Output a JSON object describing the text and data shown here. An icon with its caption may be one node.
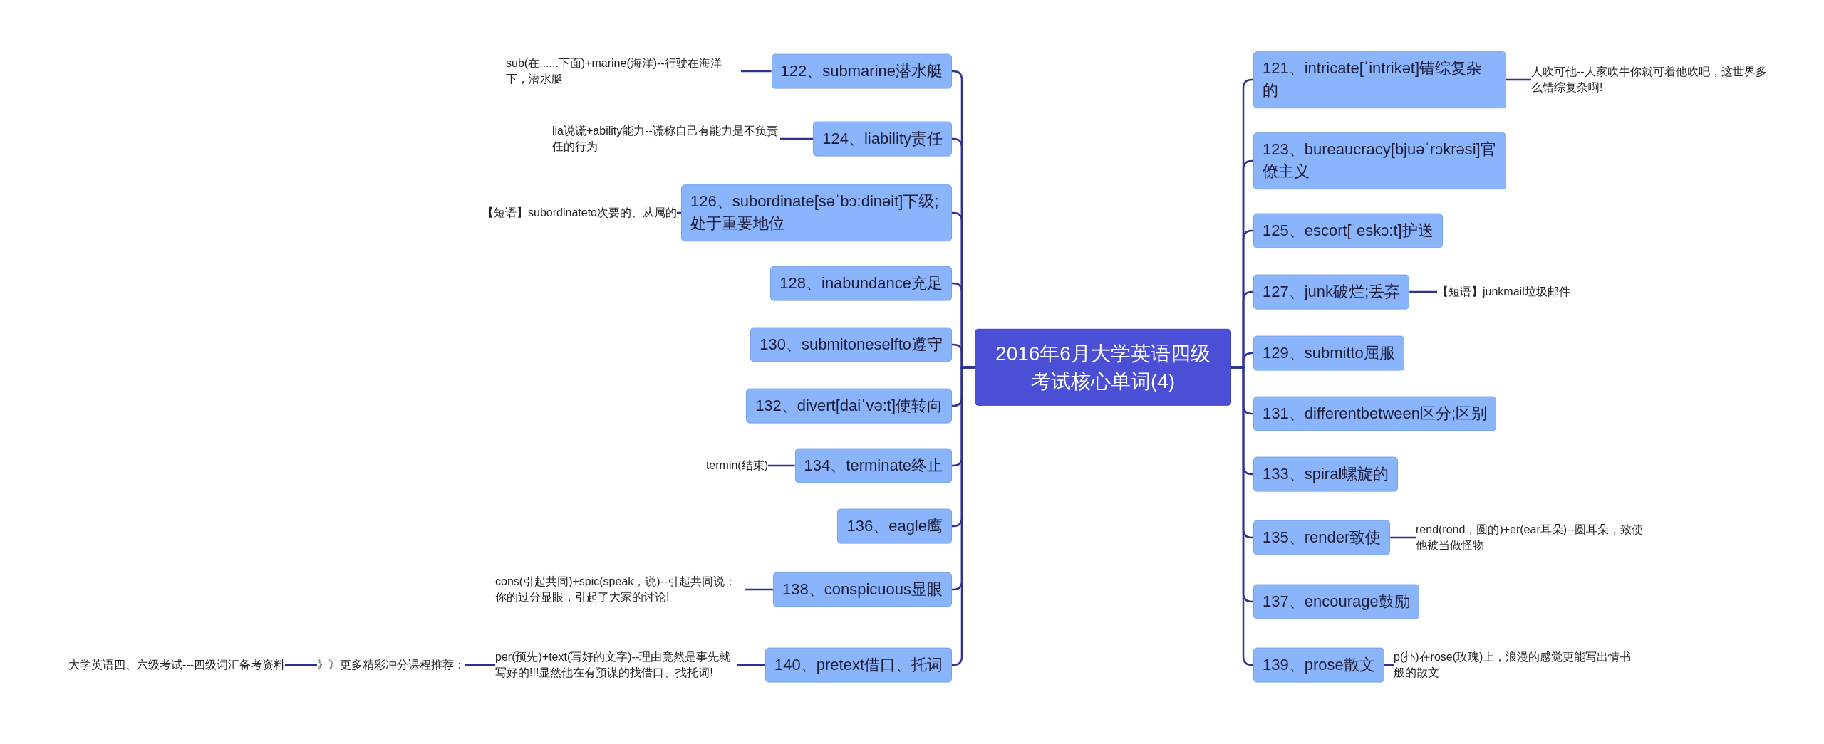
{
  "diagram": {
    "nodes": [
      {
        "text": [
          "2016年6月大学英语四级考试核心单词(4)"
        ]
      },
      {
        "text": [
          "122、submarine潜水艇"
        ]
      },
      {
        "text": [
          "sub(在......下面)+marine(海洋)--行驶在海洋下，潜水艇"
        ]
      },
      {
        "text": [
          "124、liability责任"
        ]
      },
      {
        "text": [
          "lia说谎+ability能力--谎称自己有能力是不负责任的行为"
        ]
      },
      {
        "text": [
          "126、subordinate[səˈbɔ:dinəit]下级;处于重要地位"
        ]
      },
      {
        "text": [
          "【短语】subordinateto次要的、从属的"
        ]
      },
      {
        "text": [
          "128、inabundance充足"
        ]
      },
      {
        "text": [
          "130、submitoneselfto遵守"
        ]
      },
      {
        "text": [
          "132、divert[daiˈvə:t]使转向"
        ]
      },
      {
        "text": [
          "134、terminate终止"
        ]
      },
      {
        "text": [
          "termin(结束)"
        ]
      },
      {
        "text": [
          "136、eagle鹰"
        ]
      },
      {
        "text": [
          "138、conspicuous显眼"
        ]
      },
      {
        "text": [
          "cons(引起共同)+spic(speak，说)--引起共同说：你的过分显眼，引起了大家的讨论!"
        ]
      },
      {
        "text": [
          "140、pretext借口、托词"
        ]
      },
      {
        "text": [
          "per(预先)+text(写好的文字)--理由竟然是事先就写好的!!!显然他在有预谋的找借口、找托词!"
        ]
      },
      {
        "text": [
          "》》更多精彩冲分课程推荐："
        ]
      },
      {
        "text": [
          "大学英语四、六级考试---四级词汇备考资料"
        ]
      },
      {
        "text": [
          "121、intricate[ˈintrikət]错综复杂的"
        ]
      },
      {
        "text": [
          "人吹可他--人家吹牛你就可着他吹吧，这世界多么错综复杂啊!"
        ]
      },
      {
        "text": [
          "123、bureaucracy[bjuəˈrɔkrəsi]官僚主义"
        ]
      },
      {
        "text": [
          "125、escort[ˈeskɔ:t]护送"
        ]
      },
      {
        "text": [
          "127、junk破烂;丢弃"
        ]
      },
      {
        "text": [
          "【短语】junkmail垃圾邮件"
        ]
      },
      {
        "text": [
          "129、submitto屈服"
        ]
      },
      {
        "text": [
          "131、differentbetween区分;区别"
        ]
      },
      {
        "text": [
          "133、spiral螺旋的"
        ]
      },
      {
        "text": [
          "135、render致使"
        ]
      },
      {
        "text": [
          "rend(rond，圆的)+er(ear耳朵)--圆耳朵，致使他被当做怪物"
        ]
      },
      {
        "text": [
          "137、encourage鼓励"
        ]
      },
      {
        "text": [
          "139、prose散文"
        ]
      },
      {
        "text": [
          "p(扑)在rose(玫瑰)上，浪漫的感觉更能写出情书般的散文"
        ]
      }
    ],
    "edges": [
      {
        "from": 0,
        "to": 1,
        "arrow": "none"
      },
      {
        "from": 1,
        "to": 2,
        "arrow": "none"
      },
      {
        "from": 0,
        "to": 3,
        "arrow": "none"
      },
      {
        "from": 3,
        "to": 4,
        "arrow": "none"
      },
      {
        "from": 0,
        "to": 5,
        "arrow": "none"
      },
      {
        "from": 5,
        "to": 6,
        "arrow": "none"
      },
      {
        "from": 0,
        "to": 7,
        "arrow": "none"
      },
      {
        "from": 0,
        "to": 8,
        "arrow": "none"
      },
      {
        "from": 0,
        "to": 9,
        "arrow": "none"
      },
      {
        "from": 0,
        "to": 10,
        "arrow": "none"
      },
      {
        "from": 10,
        "to": 11,
        "arrow": "none"
      },
      {
        "from": 0,
        "to": 12,
        "arrow": "none"
      },
      {
        "from": 0,
        "to": 13,
        "arrow": "none"
      },
      {
        "from": 13,
        "to": 14,
        "arrow": "none"
      },
      {
        "from": 0,
        "to": 15,
        "arrow": "none"
      },
      {
        "from": 15,
        "to": 16,
        "arrow": "none"
      },
      {
        "from": 16,
        "to": 17,
        "arrow": "none"
      },
      {
        "from": 17,
        "to": 18,
        "arrow": "none"
      },
      {
        "from": 0,
        "to": 19,
        "arrow": "none"
      },
      {
        "from": 19,
        "to": 20,
        "arrow": "none"
      },
      {
        "from": 0,
        "to": 21,
        "arrow": "none"
      },
      {
        "from": 0,
        "to": 22,
        "arrow": "none"
      },
      {
        "from": 0,
        "to": 23,
        "arrow": "none"
      },
      {
        "from": 23,
        "to": 24,
        "arrow": "none"
      },
      {
        "from": 0,
        "to": 25,
        "arrow": "none"
      },
      {
        "from": 0,
        "to": 26,
        "arrow": "none"
      },
      {
        "from": 0,
        "to": 27,
        "arrow": "none"
      },
      {
        "from": 0,
        "to": 28,
        "arrow": "none"
      },
      {
        "from": 28,
        "to": 29,
        "arrow": "none"
      },
      {
        "from": 0,
        "to": 30,
        "arrow": "none"
      },
      {
        "from": 0,
        "to": 31,
        "arrow": "none"
      },
      {
        "from": 31,
        "to": 32,
        "arrow": "none"
      }
    ]
  }
}
